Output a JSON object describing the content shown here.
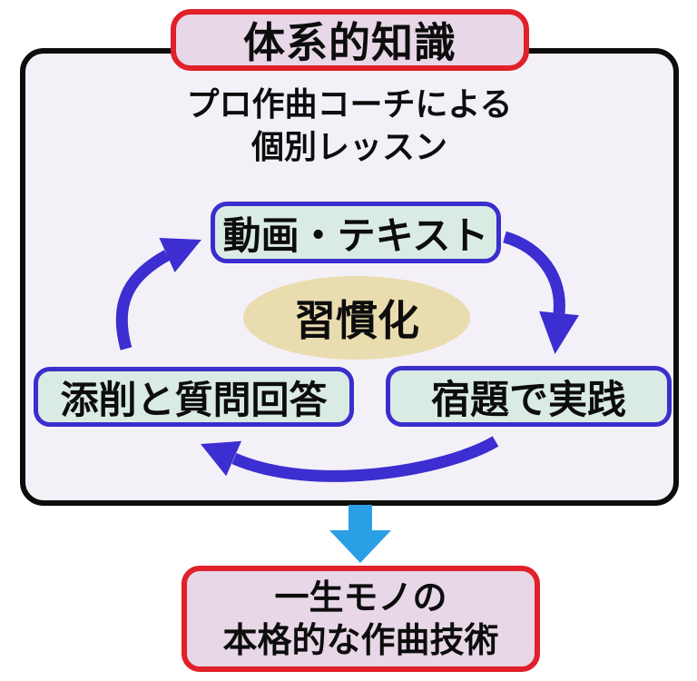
{
  "banner": {
    "label": "体系的知識"
  },
  "lesson": {
    "line1": "プロ作曲コーチによる",
    "line2": "個別レッスン"
  },
  "cycle": {
    "top_box": "動画・テキスト",
    "right_box": "宿題で実践",
    "left_box": "添削と質問回答",
    "center_ellipse": "習慣化"
  },
  "result": {
    "line1": "一生モノの",
    "line2": "本格的な作曲技術"
  },
  "icons": {
    "cycle_arrow_right": "curved-arrow-down",
    "cycle_arrow_bottom": "curved-arrow-left",
    "cycle_arrow_left": "curved-arrow-up",
    "flow_arrow": "block-arrow-down"
  },
  "colors": {
    "canvas_bg": "#ffffff",
    "main_box_bg": "#f4f0f8",
    "main_box_border": "#0d0d0d",
    "pink_box_bg": "#e7d7e7",
    "red_border": "#e0202a",
    "mint_box_bg": "#daebe4",
    "blue_border": "#3a2ecd",
    "ellipse_fill": "#e9dcae",
    "cycle_arrow": "#3c2ed0",
    "down_arrow": "#2b9fe6",
    "text": "#0d0d0d"
  }
}
